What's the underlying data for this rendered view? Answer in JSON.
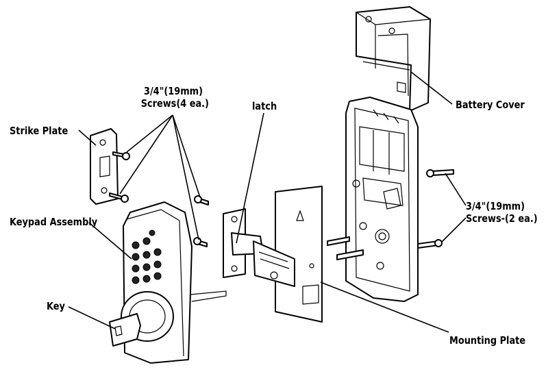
{
  "labels": {
    "screws_top_line1": "3/4\"(19mm)",
    "screws_top_line2": "Screws(4 ea.)",
    "latch": "latch",
    "battery_cover": "Battery Cover",
    "strike_plate": "Strike Plate",
    "keypad_assembly": "Keypad Assembly",
    "screws_right_line1": "3/4\"(19mm)",
    "screws_right_line2": "Screws-(2 ea.)",
    "key": "Key",
    "mounting_plate": "Mounting Plate"
  }
}
